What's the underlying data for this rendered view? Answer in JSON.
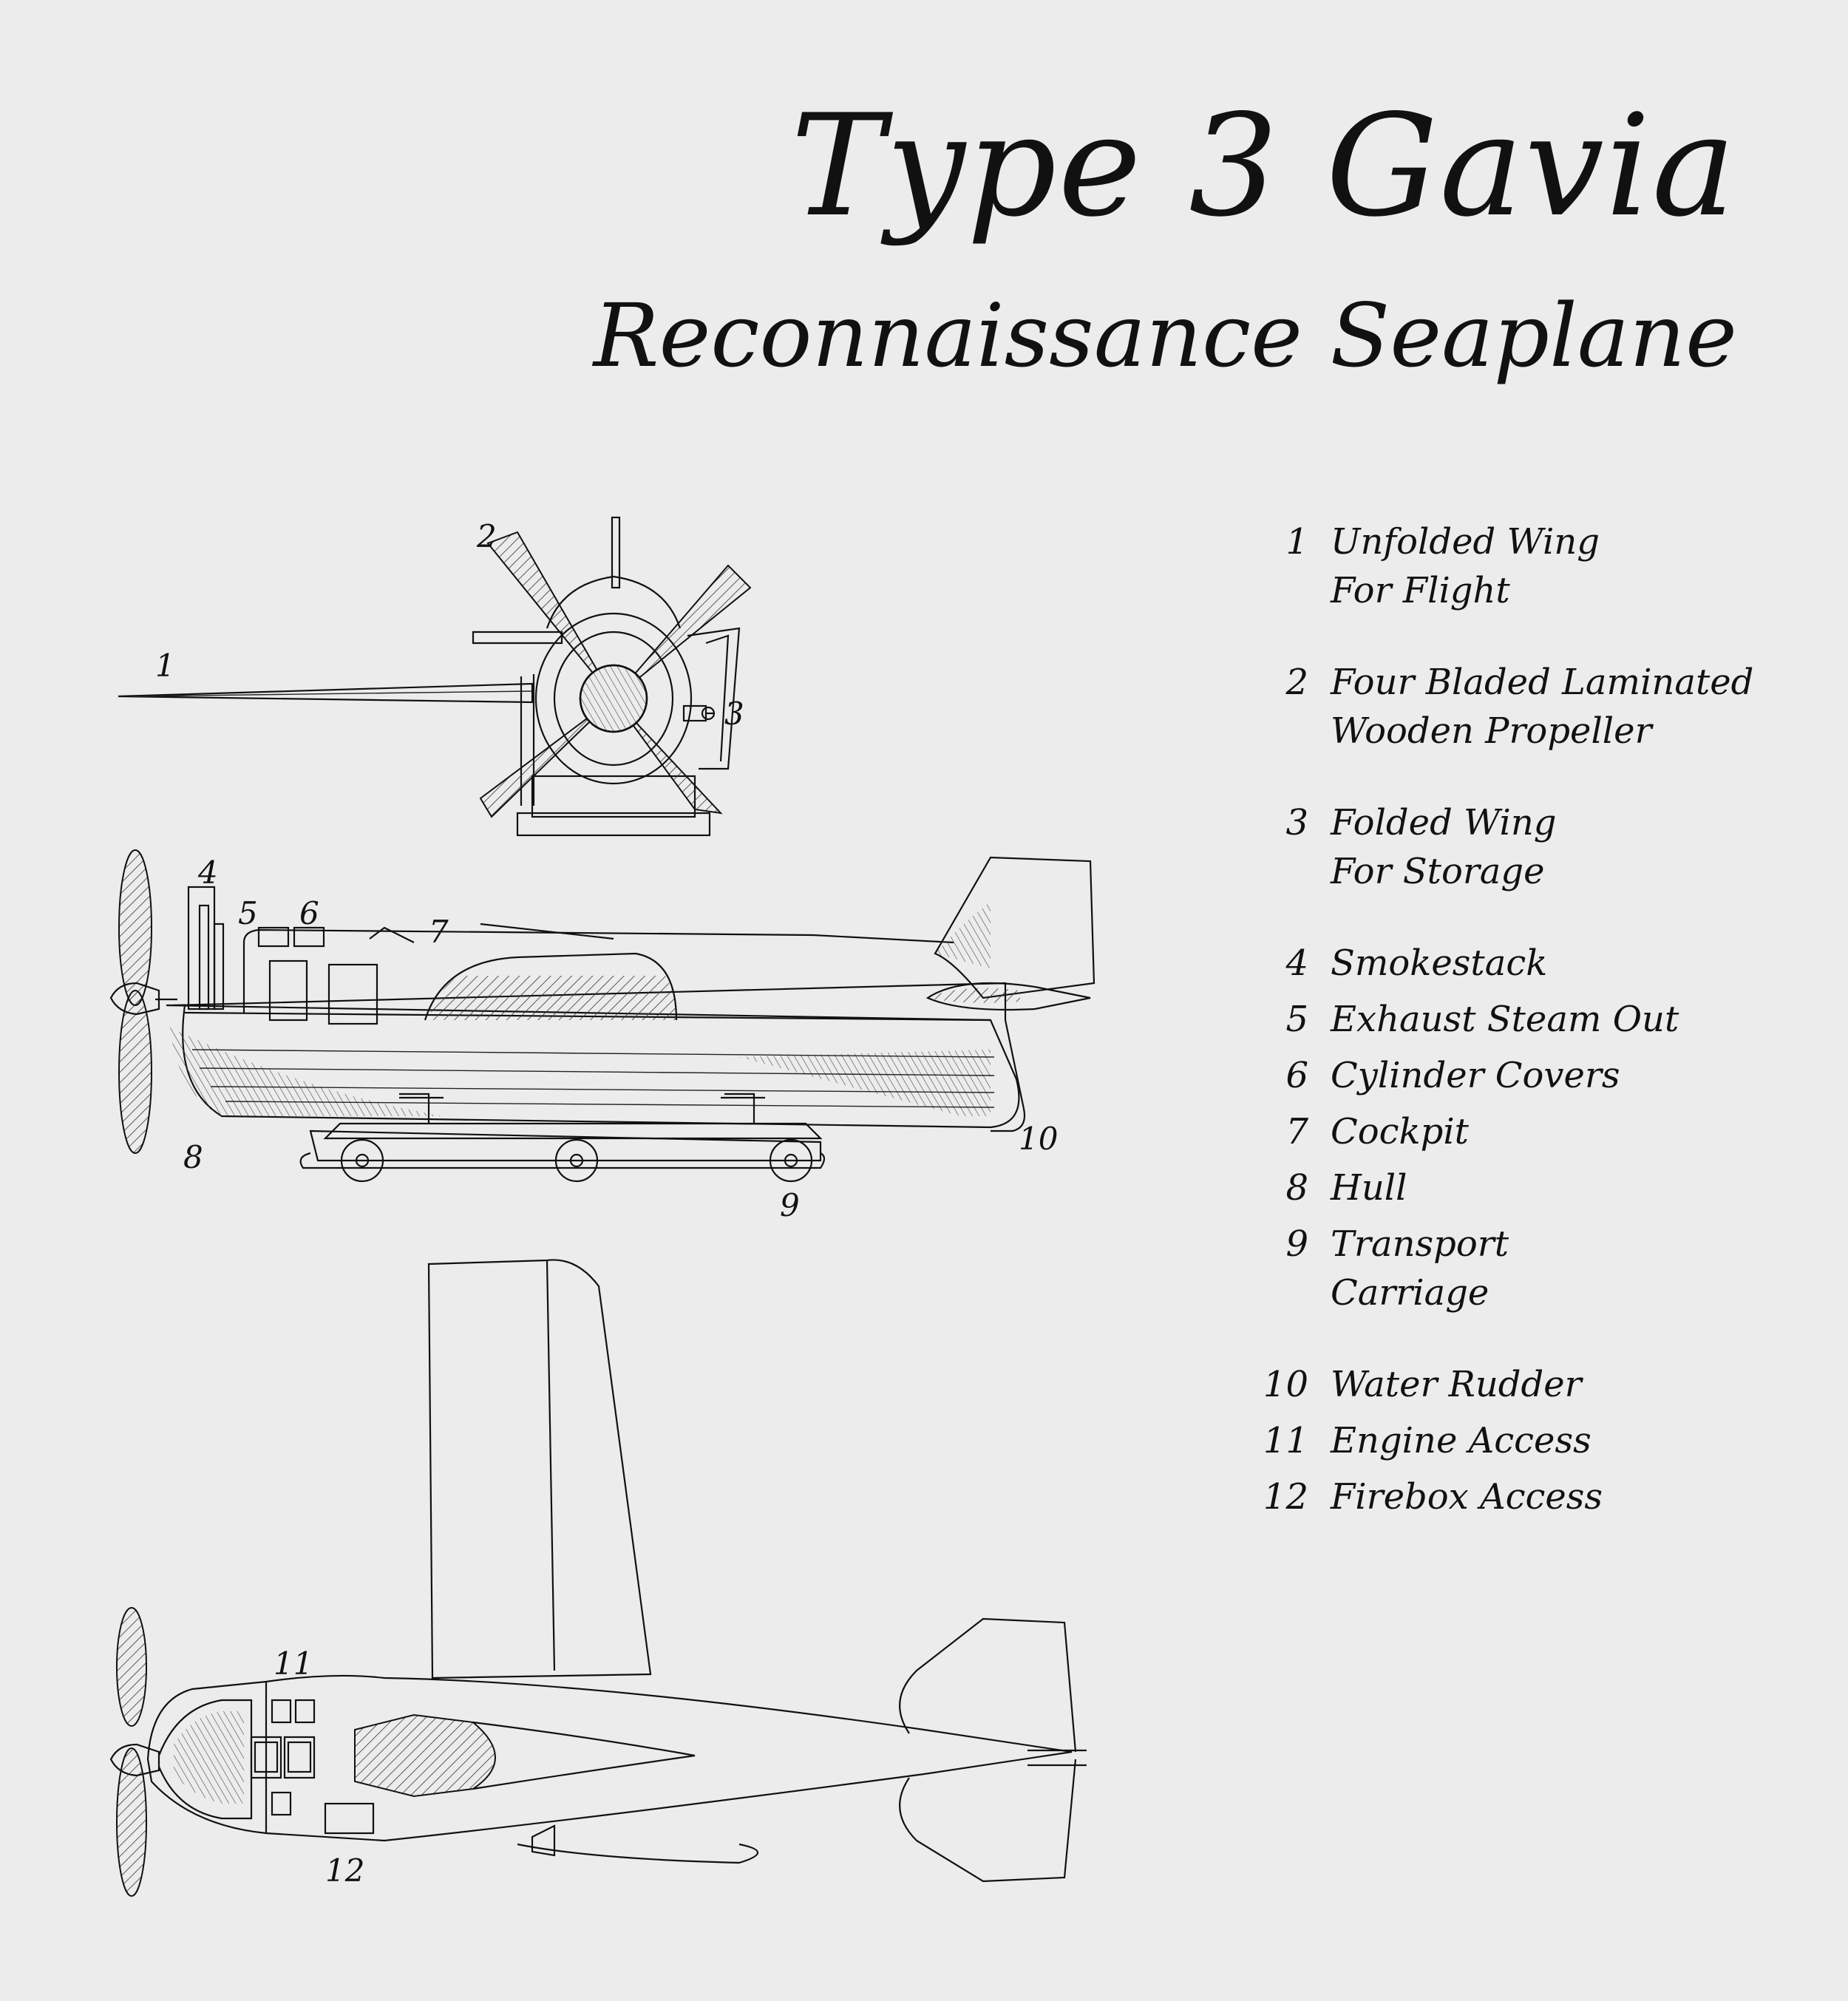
{
  "title": "Type 3 Gavia",
  "subtitle": "Reconnaissance Seaplane",
  "legend": [
    {
      "num": "1",
      "text": "Unfolded Wing\nFor Flight"
    },
    {
      "num": "2",
      "text": "Four Bladed Laminated\nWooden Propeller"
    },
    {
      "num": "3",
      "text": "Folded Wing\nFor Storage"
    },
    {
      "num": "4",
      "text": "Smokestack"
    },
    {
      "num": "5",
      "text": "Exhaust Steam Out"
    },
    {
      "num": "6",
      "text": "Cylinder Covers"
    },
    {
      "num": "7",
      "text": "Cockpit"
    },
    {
      "num": "8",
      "text": "Hull"
    },
    {
      "num": "9",
      "text": "Transport\nCarriage"
    },
    {
      "num": "10",
      "text": "Water Rudder"
    },
    {
      "num": "11",
      "text": "Engine Access"
    },
    {
      "num": "12",
      "text": "Firebox Access"
    }
  ],
  "callouts": {
    "c1": "1",
    "c2": "2",
    "c3": "3",
    "c4": "4",
    "c5": "5",
    "c6": "6",
    "c7": "7",
    "c8": "8",
    "c9": "9",
    "c10": "10",
    "c11": "11",
    "c12": "12"
  }
}
